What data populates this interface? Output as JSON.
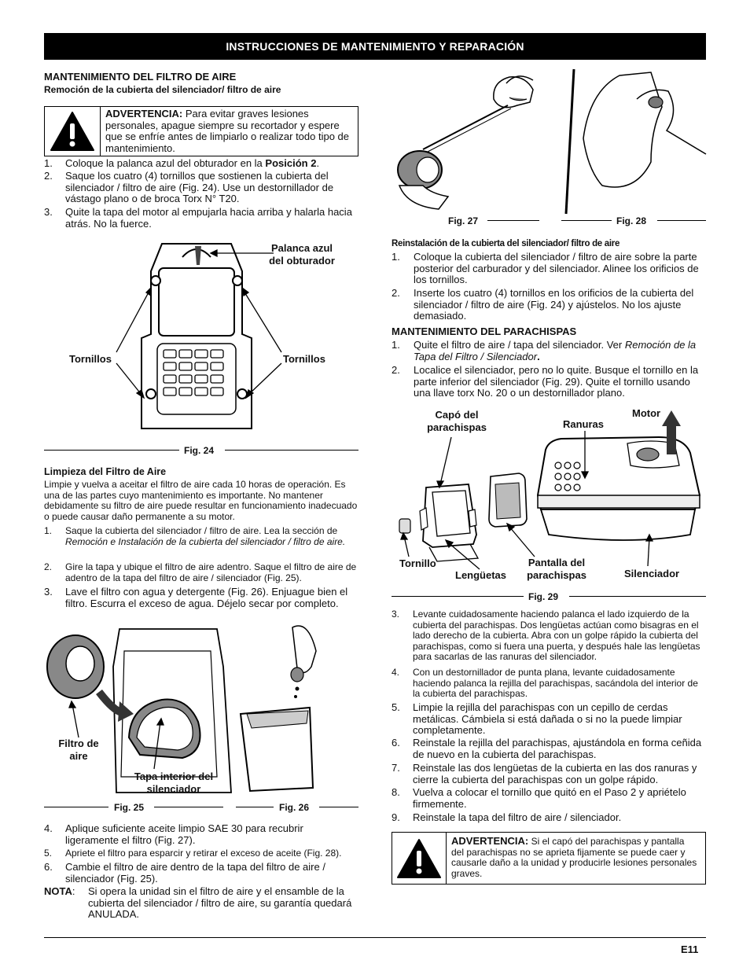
{
  "header": {
    "title": "INSTRUCCIONES DE MANTENIMIENTO Y REPARACIÓN"
  },
  "left": {
    "section_title": "MANTENIMIENTO DEL FILTRO DE AIRE",
    "subsection_title": "Remoción de la cubierta del silenciador/ filtro de aire",
    "warning1": {
      "label": "ADVERTENCIA:",
      "text": "Para evitar graves lesiones personales, apague siempre su recortador y espere que se enfríe antes de limpiarlo o realizar todo tipo de mantenimiento."
    },
    "steps1": [
      {
        "num": "1.",
        "pre": "Coloque la palanca azul del obturador en la ",
        "bold": "Posición 2",
        "post": "."
      },
      {
        "num": "2.",
        "text": "Saque los cuatro (4) tornillos que sostienen la cubierta del silenciador / filtro de aire (Fig. 24). Use un destornillador de vástago plano o de broca Torx N° T20."
      },
      {
        "num": "3.",
        "text": "Quite la tapa del motor al empujarla hacia arriba y halarla hacia atrás. No la fuerce."
      }
    ],
    "fig24": {
      "label_lever": "Palanca azul del obturador",
      "label_screws_left": "Tornillos",
      "label_screws_right": "Tornillos",
      "caption": "Fig. 24"
    },
    "cleaning_title": "Limpieza del Filtro de Aire",
    "cleaning_intro": "Limpie y vuelva a aceitar el filtro de aire cada 10 horas de operación. Es una de las partes cuyo mantenimiento es importante. No mantener debidamente su filtro de aire puede resultar en funcionamiento inadecuado o puede causar daño permanente a su motor.",
    "steps2": [
      {
        "num": "1.",
        "pre": "Saque la cubierta del silenciador / filtro de aire. Lea la sección de ",
        "italic": "Remoción e Instalación de la cubierta del silenciador / filtro de aire.",
        "post": ""
      },
      {
        "num": "2.",
        "text": "Gire la tapa y ubique el filtro de aire adentro. Saque el filtro de aire de adentro de la tapa del filtro de aire / silenciador (Fig. 25)."
      },
      {
        "num": "3.",
        "text": "Lave el filtro con agua y detergente (Fig. 26). Enjuague bien el filtro. Escurra el exceso de agua. Déjelo secar por completo."
      }
    ],
    "fig25": {
      "label_filter": "Filtro de aire",
      "label_cover": "Tapa interior del silenciador",
      "caption": "Fig. 25"
    },
    "fig26": {
      "caption": "Fig. 26"
    },
    "steps3": [
      {
        "num": "4.",
        "text": "Aplique suficiente aceite limpio SAE 30 para recubrir ligeramente el filtro (Fig. 27)."
      },
      {
        "num": "5.",
        "text": "Apriete el filtro para esparcir y retirar el exceso de aceite (Fig. 28)."
      },
      {
        "num": "6.",
        "text": "Cambie el filtro de aire dentro de la tapa del filtro de aire / silenciador (Fig. 25)."
      }
    ],
    "note": {
      "label": "NOTA",
      "text": "Si opera la unidad sin el filtro de aire y el ensamble de la cubierta del silenciador / filtro de aire, su garantía quedará ANULADA."
    }
  },
  "right": {
    "fig27": {
      "caption": "Fig. 27"
    },
    "fig28": {
      "caption": "Fig. 28"
    },
    "reinstall_title": "Reinstalación de la cubierta del silenciador/ filtro de aire",
    "reinstall_steps": [
      {
        "num": "1.",
        "text": "Coloque la cubierta del silenciador / filtro de aire sobre la parte posterior del carburador y del silenciador. Alinee los orificios de los tornillos."
      },
      {
        "num": "2.",
        "text": "Inserte los cuatro (4) tornillos en los orificios de la cubierta del silenciador / filtro de aire (Fig. 24) y ajústelos. No los ajuste demasiado."
      }
    ],
    "spark_title": "MANTENIMIENTO DEL PARACHISPAS",
    "spark_steps1": [
      {
        "num": "1.",
        "pre": "Quite el filtro de aire / tapa del silenciador. Ver ",
        "italic": "Remoción de la Tapa del Filtro / Silenciador",
        "post": "."
      },
      {
        "num": "2.",
        "text": "Localice el silenciador, pero no lo quite. Busque el tornillo en la parte inferior del silenciador (Fig. 29). Quite el tornillo usando una llave torx No. 20 o un destornillador plano."
      }
    ],
    "fig29": {
      "label_cap": "Capó del parachispas",
      "label_slots": "Ranuras",
      "label_motor": "Motor",
      "label_screw": "Tornillo",
      "label_tabs": "Lengüetas",
      "label_screen": "Pantalla del parachispas",
      "label_muffler": "Silenciador",
      "caption": "Fig. 29"
    },
    "spark_steps2": [
      {
        "num": "3.",
        "text": "Levante cuidadosamente haciendo palanca el lado izquierdo de la cubierta del parachispas. Dos lengüetas actúan como bisagras en el lado derecho de la cubierta. Abra con un golpe rápido la cubierta del parachispas, como si fuera una puerta, y después hale las lengüetas para sacarlas de las ranuras del silenciador."
      },
      {
        "num": "4.",
        "text": "Con un destornillador de punta plana, levante cuidadosamente haciendo palanca la rejilla del parachispas, sacándola del interior de la cubierta del parachispas."
      },
      {
        "num": "5.",
        "text": "Limpie la rejilla del parachispas con un cepillo de cerdas metálicas. Cámbiela si está dañada o si no la puede limpiar completamente."
      },
      {
        "num": "6.",
        "text": "Reinstale la rejilla del parachispas, ajustándola en forma ceñida de nuevo en la cubierta del parachispas."
      },
      {
        "num": "7.",
        "text": "Reinstale las dos lengüetas de la cubierta en las dos ranuras y cierre la cubierta del parachispas con un golpe rápido."
      },
      {
        "num": "8.",
        "text": "Vuelva a colocar el tornillo que quitó en el Paso 2 y apriételo firmemente."
      },
      {
        "num": "9.",
        "text": "Reinstale la tapa del filtro de aire / silenciador."
      }
    ],
    "warning2": {
      "label": "ADVERTENCIA:",
      "text": "Si el capó del parachispas y pantalla del parachispas no se aprieta fijamente se puede caer y causarle daño a la unidad y producirle lesiones personales graves."
    }
  },
  "footer": {
    "page": "E11"
  }
}
